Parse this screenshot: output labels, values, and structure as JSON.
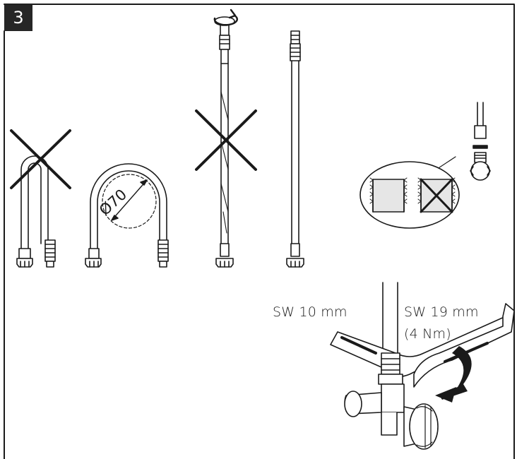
{
  "step": {
    "number": "3"
  },
  "colors": {
    "ink": "#1a1a1a",
    "badge": "#262626",
    "paper": "#ffffff",
    "shade": "#e6e6e6"
  },
  "bend": {
    "diameter_label": "Ø70"
  },
  "wrenches": {
    "small_label": "SW 10 mm",
    "large_label": "SW 19 mm",
    "torque_label": "(4 Nm)"
  },
  "icons": [
    "rotate-arrow-icon",
    "cross-mark-icon",
    "tighten-arrow-icon"
  ]
}
